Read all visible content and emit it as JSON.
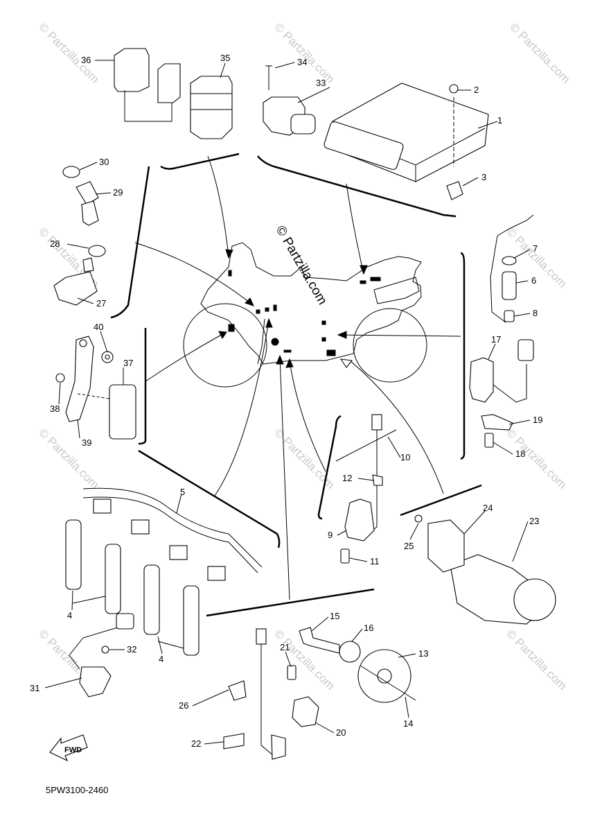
{
  "diagram": {
    "code": "5PW3100-2460",
    "fwd_label": "FWD",
    "watermark": "© Partzilla.com",
    "watermark_center": "© Partzilla.com",
    "part_numbers": [
      {
        "id": "1",
        "label": "1"
      },
      {
        "id": "2",
        "label": "2"
      },
      {
        "id": "3",
        "label": "3"
      },
      {
        "id": "4a",
        "label": "4"
      },
      {
        "id": "4b",
        "label": "4"
      },
      {
        "id": "5",
        "label": "5"
      },
      {
        "id": "6",
        "label": "6"
      },
      {
        "id": "7",
        "label": "7"
      },
      {
        "id": "8",
        "label": "8"
      },
      {
        "id": "9",
        "label": "9"
      },
      {
        "id": "10",
        "label": "10"
      },
      {
        "id": "11",
        "label": "11"
      },
      {
        "id": "12",
        "label": "12"
      },
      {
        "id": "13",
        "label": "13"
      },
      {
        "id": "14",
        "label": "14"
      },
      {
        "id": "15",
        "label": "15"
      },
      {
        "id": "16",
        "label": "16"
      },
      {
        "id": "17",
        "label": "17"
      },
      {
        "id": "18",
        "label": "18"
      },
      {
        "id": "19",
        "label": "19"
      },
      {
        "id": "20",
        "label": "20"
      },
      {
        "id": "21",
        "label": "21"
      },
      {
        "id": "22",
        "label": "22"
      },
      {
        "id": "23",
        "label": "23"
      },
      {
        "id": "24",
        "label": "24"
      },
      {
        "id": "25",
        "label": "25"
      },
      {
        "id": "26",
        "label": "26"
      },
      {
        "id": "27",
        "label": "27"
      },
      {
        "id": "28",
        "label": "28"
      },
      {
        "id": "29",
        "label": "29"
      },
      {
        "id": "30",
        "label": "30"
      },
      {
        "id": "31",
        "label": "31"
      },
      {
        "id": "32",
        "label": "32"
      },
      {
        "id": "33",
        "label": "33"
      },
      {
        "id": "34",
        "label": "34"
      },
      {
        "id": "35",
        "label": "35"
      },
      {
        "id": "36",
        "label": "36"
      },
      {
        "id": "37",
        "label": "37"
      },
      {
        "id": "38",
        "label": "38"
      },
      {
        "id": "39",
        "label": "39"
      },
      {
        "id": "40",
        "label": "40"
      }
    ]
  }
}
